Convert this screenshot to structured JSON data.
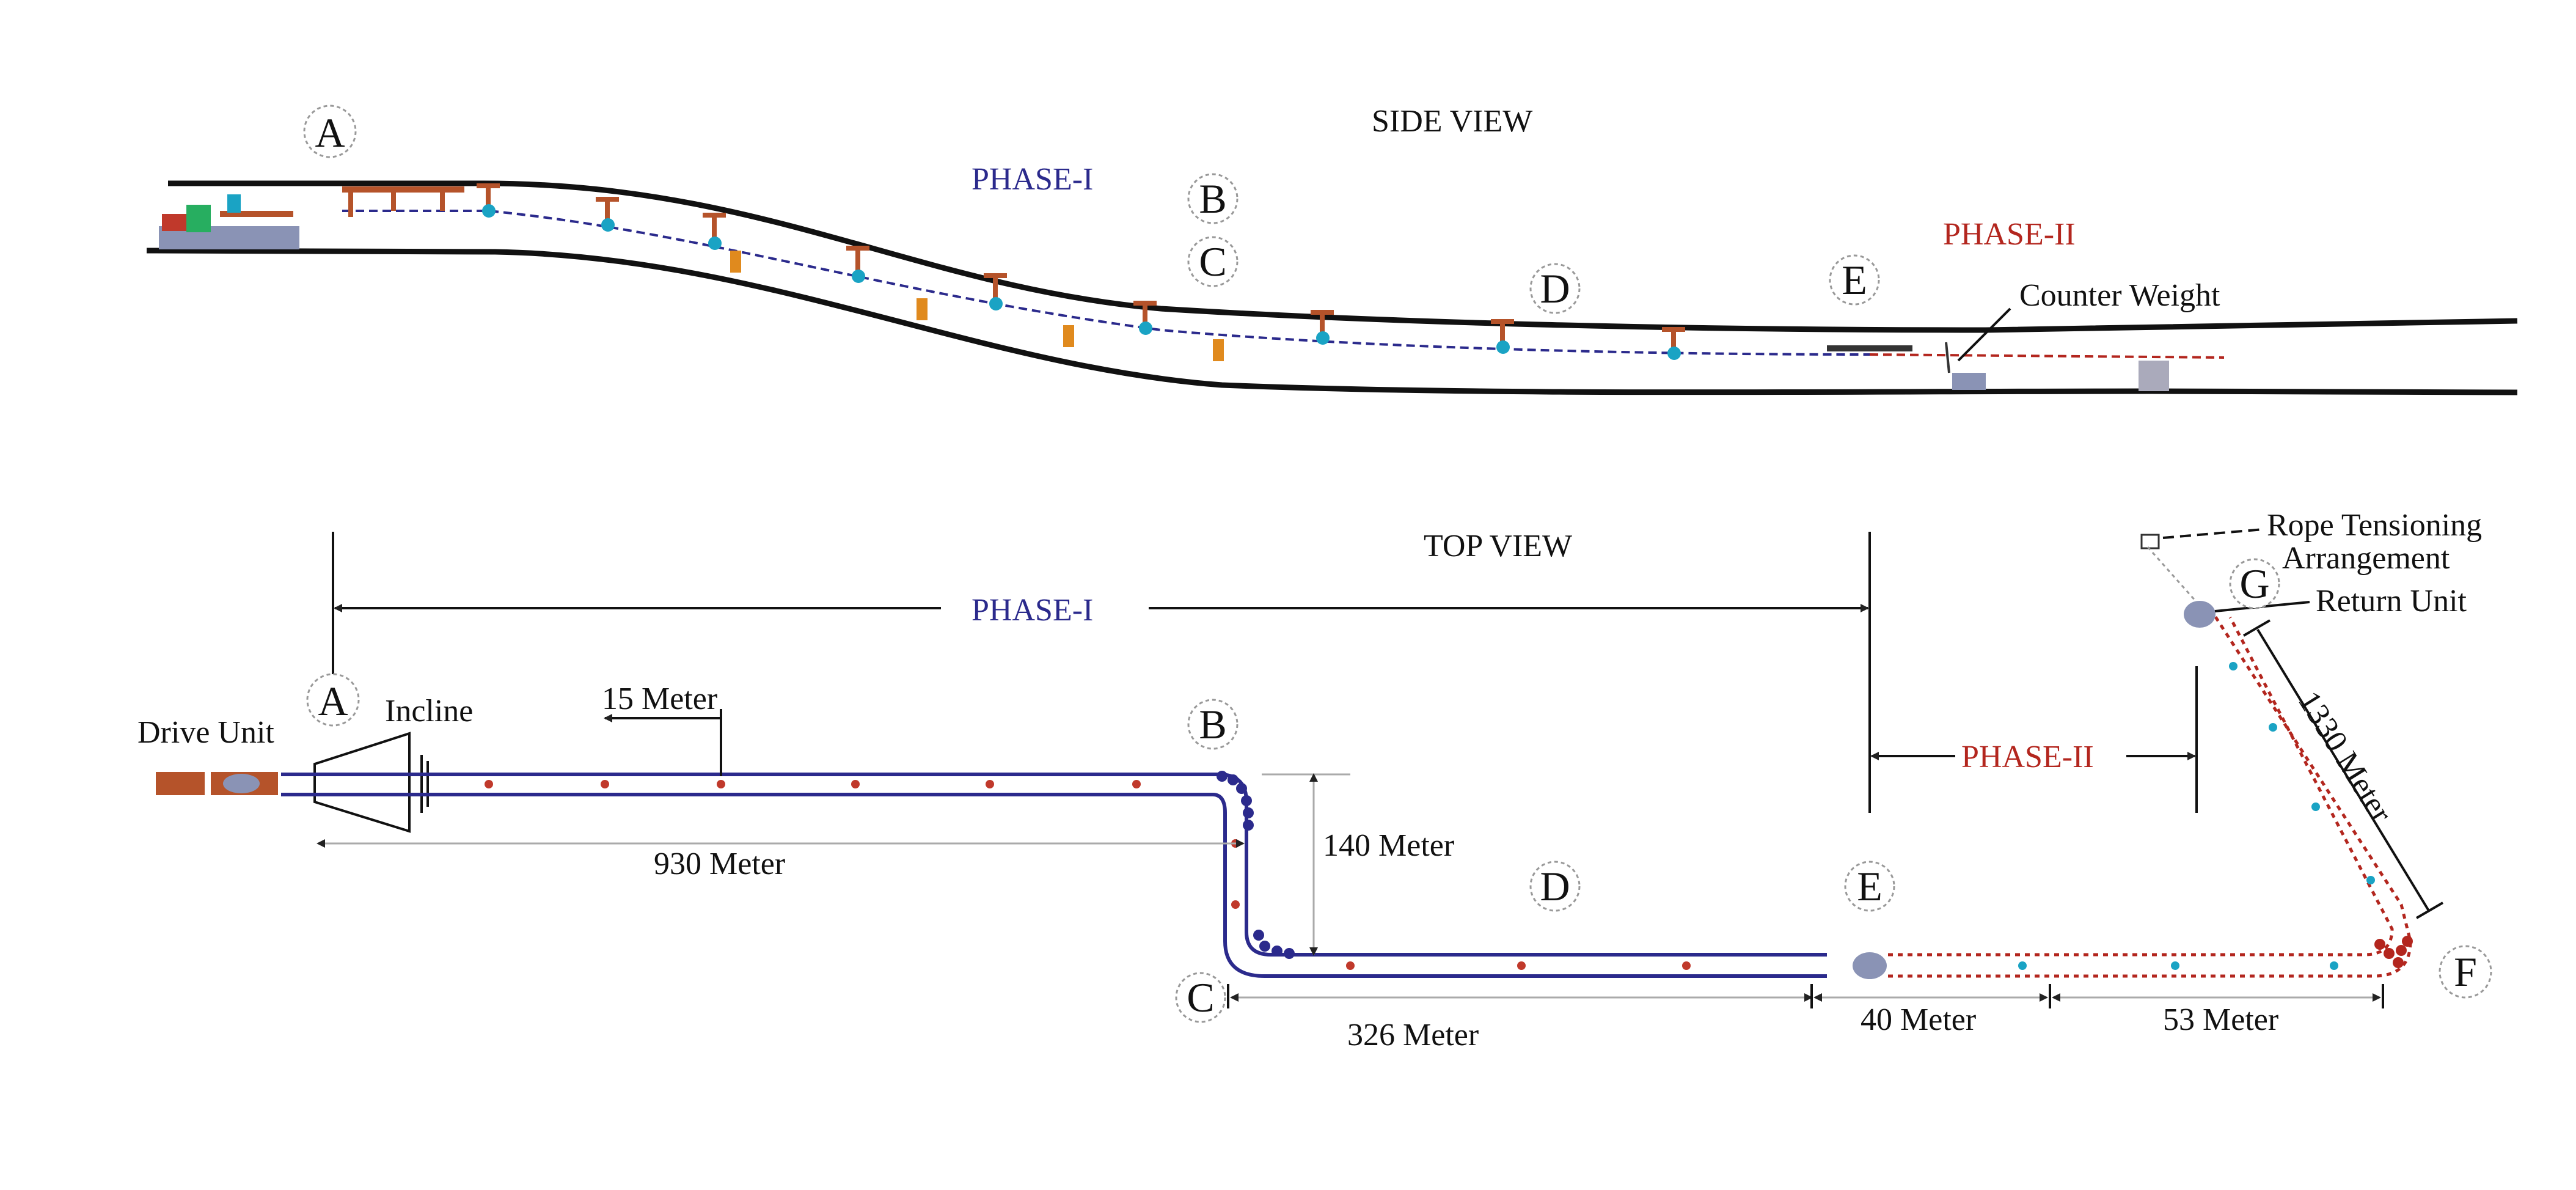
{
  "side_view": {
    "title": "SIDE VIEW",
    "phase1_label": "PHASE-I",
    "phase2_label": "PHASE-II",
    "points": [
      "A",
      "B",
      "C",
      "D",
      "E"
    ],
    "counter_weight_label": "Counter Weight"
  },
  "top_view": {
    "title": "TOP VIEW",
    "phase1_label": "PHASE-I",
    "phase2_label": "PHASE-II",
    "points": [
      "A",
      "B",
      "C",
      "D",
      "E",
      "F",
      "G"
    ],
    "drive_unit_label": "Drive Unit",
    "incline_label": "Incline",
    "rope_tensioning_line1": "Rope Tensioning",
    "rope_tensioning_line2": "Arrangement",
    "return_unit_label": "Return Unit",
    "dimensions": {
      "spacing": "15 Meter",
      "a_to_b": "930 Meter",
      "b_to_c": "140 Meter",
      "c_to_e": "326 Meter",
      "e_segment": "40 Meter",
      "to_f": "53 Meter",
      "f_to_g": "1330 Meter"
    }
  },
  "colors": {
    "phase1": "#2b2a8c",
    "phase2": "#b3261e",
    "support": "#b5532a",
    "carrier": "#1aa3c4",
    "chair": "#e08a1e"
  }
}
